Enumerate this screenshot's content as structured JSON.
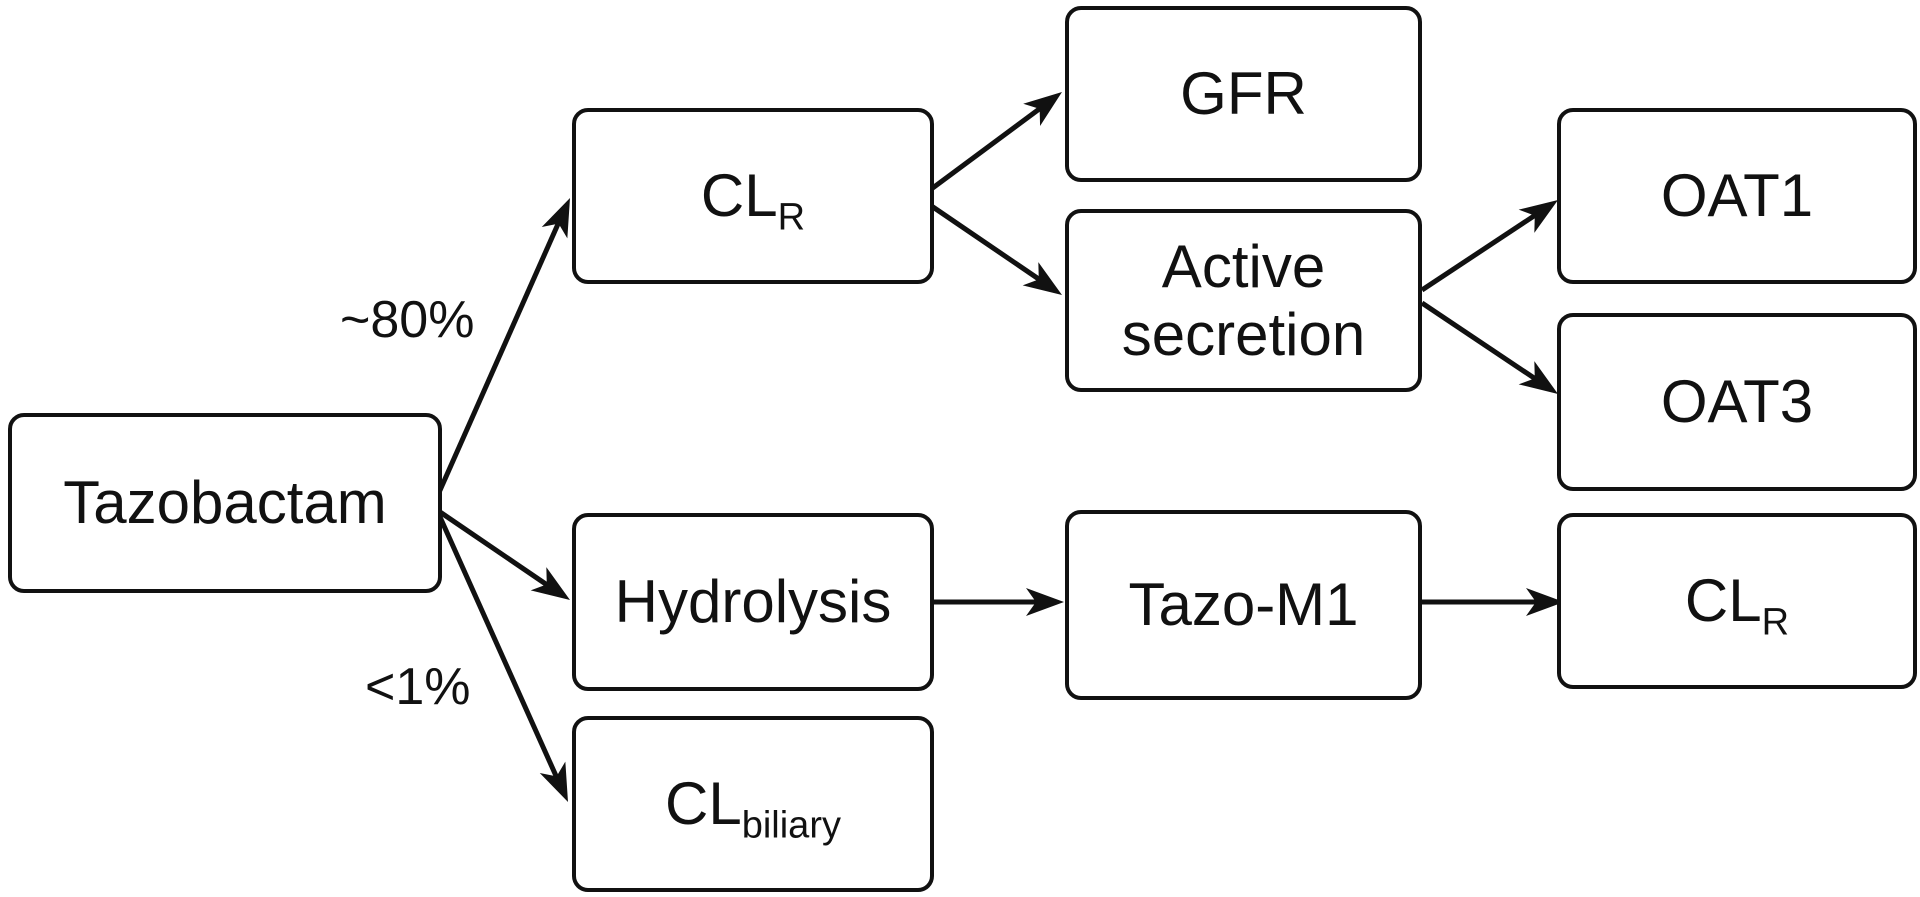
{
  "nodes": {
    "tazobactam": "Tazobactam",
    "cl_r_top": {
      "main": "CL",
      "sub": "R"
    },
    "gfr": "GFR",
    "active_secretion": [
      "Active",
      "secretion"
    ],
    "oat1": "OAT1",
    "oat3": "OAT3",
    "hydrolysis": "Hydrolysis",
    "tazo_m1": "Tazo-M1",
    "cl_r_bottom": {
      "main": "CL",
      "sub": "R"
    },
    "cl_biliary": {
      "main": "CL",
      "sub": "biliary"
    }
  },
  "edge_labels": {
    "renal_fraction": "~80%",
    "biliary_fraction": "<1%"
  },
  "edges": [
    {
      "from": "tazobactam",
      "to": "cl_r_top"
    },
    {
      "from": "tazobactam",
      "to": "hydrolysis"
    },
    {
      "from": "tazobactam",
      "to": "cl_biliary"
    },
    {
      "from": "cl_r_top",
      "to": "gfr"
    },
    {
      "from": "cl_r_top",
      "to": "active_secretion"
    },
    {
      "from": "active_secretion",
      "to": "oat1"
    },
    {
      "from": "active_secretion",
      "to": "oat3"
    },
    {
      "from": "hydrolysis",
      "to": "tazo_m1"
    },
    {
      "from": "tazo_m1",
      "to": "cl_r_bottom"
    }
  ]
}
